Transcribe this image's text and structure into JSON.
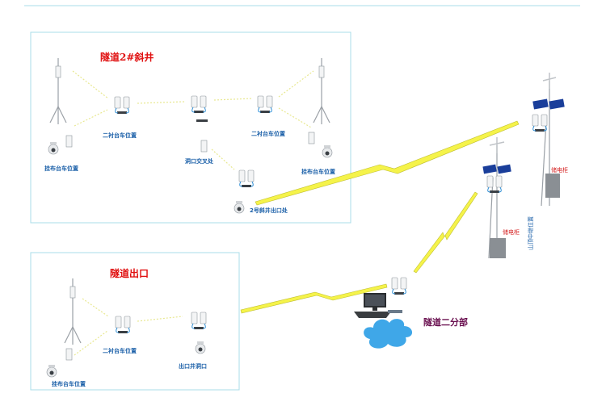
{
  "titles": {
    "tunnel_2_shaft": "隧道2#斜井",
    "tunnel_exit": "隧道出口",
    "branch_dept": "隧道二分部"
  },
  "labels": {
    "hang_cart_left_top": "挂布台车位置",
    "second_lining_1": "二衬台车位置",
    "cave_junction": "洞口交叉处",
    "second_lining_2": "二衬台车位置",
    "hang_cart_right_top": "挂布台车位置",
    "shaft_exit": "2号斜井出口处",
    "hang_cart_bottom": "挂布台车位置",
    "second_lining_bottom": "二衬台车位置",
    "exit_well": "出口井洞口",
    "cabinet_1": "储电柜",
    "cabinet_2": "储电柜",
    "relay_mountain": "山顶中继位置"
  },
  "colors": {
    "panel_border": "#a8dde8",
    "label_blue": "#1a5fa8",
    "title_red": "#e01010",
    "bolt_yellow": "#f5f34a",
    "cloud_blue": "#3fa7e8"
  }
}
